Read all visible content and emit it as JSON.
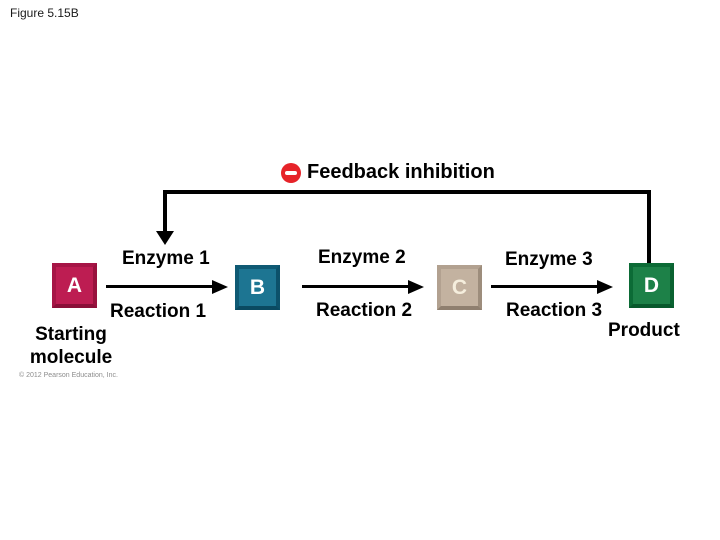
{
  "figure_label": "Figure 5.15B",
  "feedback": {
    "label": "Feedback inhibition",
    "icon": "minus-inhibition-icon",
    "icon_color": "#e62329"
  },
  "molecules": [
    {
      "letter": "A",
      "color": "#bd1d52",
      "caption": "Starting\nmolecule"
    },
    {
      "letter": "B",
      "color": "#1d7592"
    },
    {
      "letter": "C",
      "color": "#c3b2a0"
    },
    {
      "letter": "D",
      "color": "#1d8148",
      "caption": "Product"
    }
  ],
  "steps": [
    {
      "enzyme": "Enzyme 1",
      "reaction": "Reaction 1"
    },
    {
      "enzyme": "Enzyme 2",
      "reaction": "Reaction 2"
    },
    {
      "enzyme": "Enzyme 3",
      "reaction": "Reaction 3"
    }
  ],
  "line_color": "#000000",
  "copyright": "© 2012 Pearson Education, Inc."
}
